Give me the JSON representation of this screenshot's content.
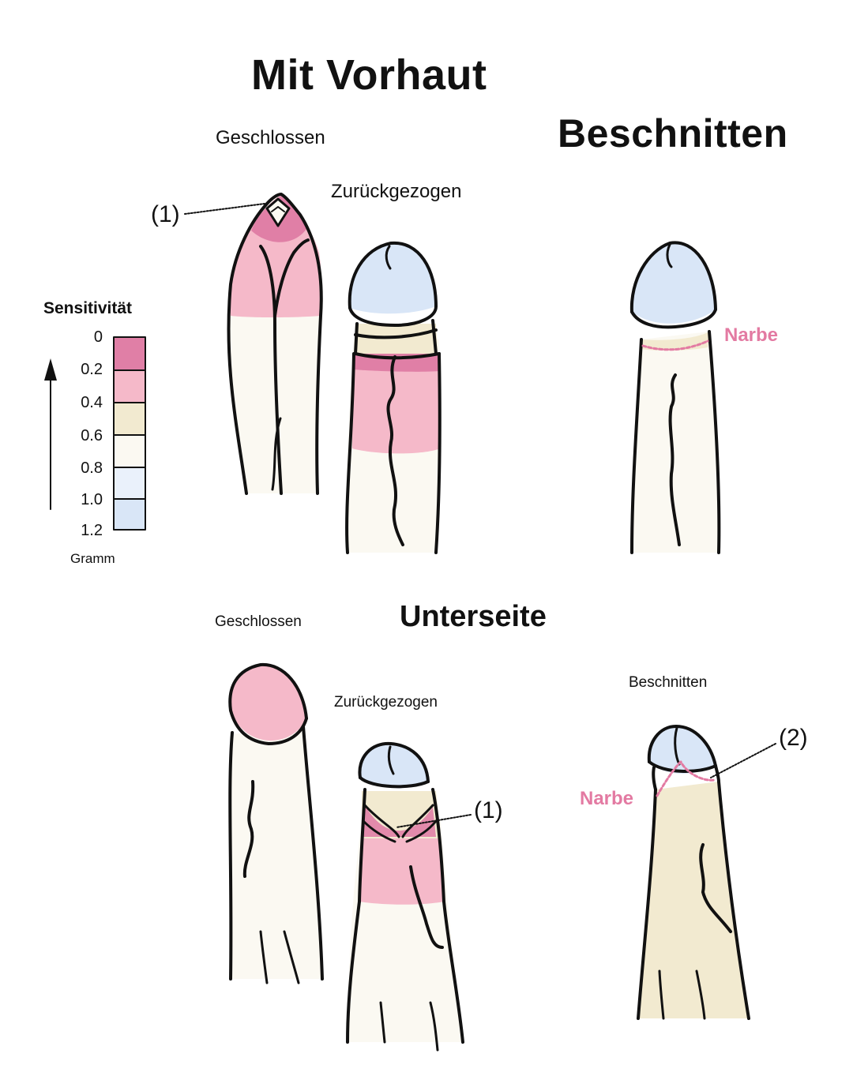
{
  "headings": {
    "main": "Mit Vorhaut",
    "circumcised": "Beschnitten",
    "underside": "Unterseite"
  },
  "labels": {
    "top_closed": "Geschlossen",
    "top_retracted": "Zurückgezogen",
    "bottom_closed": "Geschlossen",
    "bottom_retracted": "Zurückgezogen",
    "bottom_circumcised": "Beschnitten",
    "scar_top": "Narbe",
    "scar_bottom": "Narbe",
    "callout_top": "(1)",
    "callout_bottom_1": "(1)",
    "callout_bottom_2": "(2)"
  },
  "legend": {
    "title": "Sensitivität",
    "unit": "Gramm",
    "ticks": [
      "0",
      "0.2",
      "0.4",
      "0.6",
      "0.8",
      "1.0",
      "1.2"
    ],
    "colors": [
      "#e07fa6",
      "#f5b9c9",
      "#f2ead0",
      "#fbf9f2",
      "#eaf1fb",
      "#d9e6f7"
    ]
  },
  "colors": {
    "dark_pink": "#e07fa6",
    "light_pink": "#f5b9c9",
    "beige": "#f2ead0",
    "cream": "#fbf9f2",
    "light_blue": "#d9e6f7",
    "scar": "#e37aa2"
  }
}
